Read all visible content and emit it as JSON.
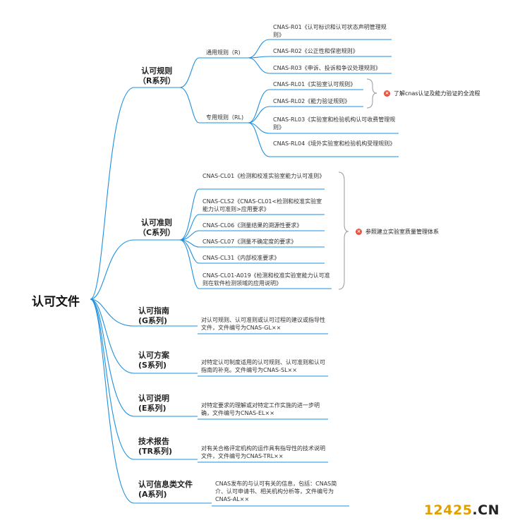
{
  "root": "认可文件",
  "branches": {
    "r": {
      "title": "认可规则",
      "series": "（R系列）"
    },
    "c": {
      "title": "认可准则",
      "series": "（C系列）"
    },
    "g": {
      "title": "认可指南",
      "series": "(G系列)",
      "desc": "对认可规则、认可准则或认可过程的建议或指导性文件，文件编号为CNAS-GL××"
    },
    "s": {
      "title": "认可方案",
      "series": "(S系列)",
      "desc": "对特定认可制度适用的认可规则、认可准则和认可指南的补充。文件编号为CNAS-SL××"
    },
    "e": {
      "title": "认可说明",
      "series": "(E系列)",
      "desc": "对特定要求的理解或对特定工作实施的进一步明确，文件编号为CNAS-EL××"
    },
    "tr": {
      "title": "技术报告",
      "series": "(TR系列)",
      "desc": "对有关合格评定机构的运作具有指导性的技术说明文件，文件编号为CNAS-TRL××"
    },
    "a": {
      "title": "认可信息类文件",
      "series": "(A系列)",
      "desc": "CNAS发布的与认可有关的信息，包括：CNAS简介、认可申请书、相关机构分析等，文件编号为CNAS-AL××"
    }
  },
  "r_sub": {
    "general": "通用规则（R)",
    "special": "专用规则（RL)"
  },
  "leaves": {
    "r01": "CNAS-R01《认可标识和认可状态声明管理规则》",
    "r02": "CNAS-R02《公正性和保密规则》",
    "r03": "CNAS-R03《申诉、投诉和争议处理规则》",
    "rl01": "CNAS-RL01《实验室认可规则》",
    "rl02": "CNAS-RL02《能力验证规则》",
    "rl03": "CNAS-RL03《实验室和检验机构认可收费管理规则》",
    "rl04": "CNAS-RL04《境外实验室和检验机构受理规则》",
    "cl01": "CNAS-CL01《检测和校准实验室能力认可准则》",
    "cls2": "CNAS-CLS2《CNAS-CL01<检测和校准实验室能力认可准则>应用要求》",
    "cl06": "CNAS-CL06《测量结果的溯源性要求》",
    "cl07": "CNAS-CL07《测量不确定度的要求》",
    "cl31": "CNAS-CL31《内部校准要求》",
    "cl01a019": "CNAS-CL01-A019《检测和校准实验室能力认可准则在软件检测领域的应用说明》"
  },
  "notes": {
    "rl_note": "了解cnas认证及能力验证的全流程",
    "c_note": "参照建立实验室质量管理体系",
    "icon": "×"
  },
  "watermark": {
    "digits": "12425",
    "suffix": ".CN"
  },
  "colors": {
    "line": "#1e90e0",
    "text": "#222222",
    "note_icon": "#e5533d",
    "watermark_digits": "#e0a000"
  }
}
